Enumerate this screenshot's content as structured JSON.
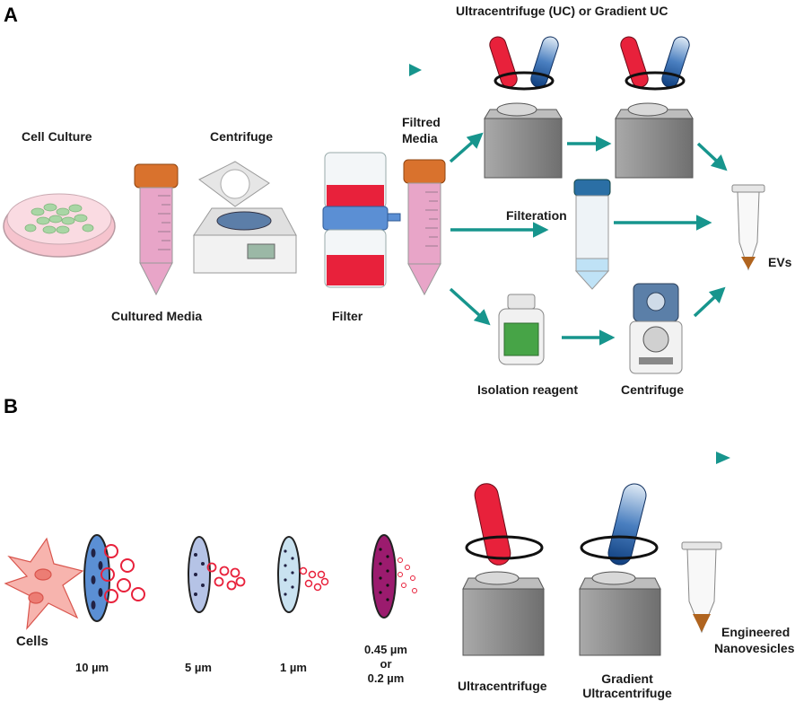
{
  "colors": {
    "arrow": "#17958d",
    "red_medium": "#e8213b",
    "pink_tube": "#e8a5c8",
    "orange_cap": "#d9722d",
    "blue_filter": "#5b8fd4",
    "centrifuge_gray": "#8c8c8c"
  },
  "panel_a": {
    "label": "A",
    "cell_culture": "Cell Culture",
    "centrifuge": "Centrifuge",
    "cultured_media": "Cultured Media",
    "filter": "Filter",
    "filtred_media_line1": "Filtred",
    "filtred_media_line2": "Media",
    "uc_title": "Ultracentrifuge (UC) or Gradient UC",
    "filteration": "Filteration",
    "isolation_reagent": "Isolation reagent",
    "centrifuge_2": "Centrifuge",
    "evs": "EVs"
  },
  "panel_b": {
    "label": "B",
    "cells": "Cells",
    "pore_10": "10 µm",
    "pore_5": "5 µm",
    "pore_1": "1 µm",
    "pore_small_line1": "0.45 µm",
    "pore_small_line2": "or",
    "pore_small_line3": "0.2 µm",
    "ultracentrifuge": "Ultracentrifuge",
    "gradient_line1": "Gradient",
    "gradient_line2": "Ultracentrifuge",
    "engineered_line1": "Engineered",
    "engineered_line2": "Nanovesicles"
  },
  "icons": [
    "petri-dish-icon",
    "conical-tube-icon",
    "benchtop-centrifuge-icon",
    "vacuum-filter-icon",
    "ultracentrifuge-icon",
    "uc-tube-icon",
    "rotation-arrow-icon",
    "falcon-tube-icon",
    "reagent-bottle-icon",
    "microcentrifuge-icon",
    "eppendorf-tube-icon",
    "cell-icon",
    "membrane-filter-icon",
    "vesicle-icon"
  ]
}
